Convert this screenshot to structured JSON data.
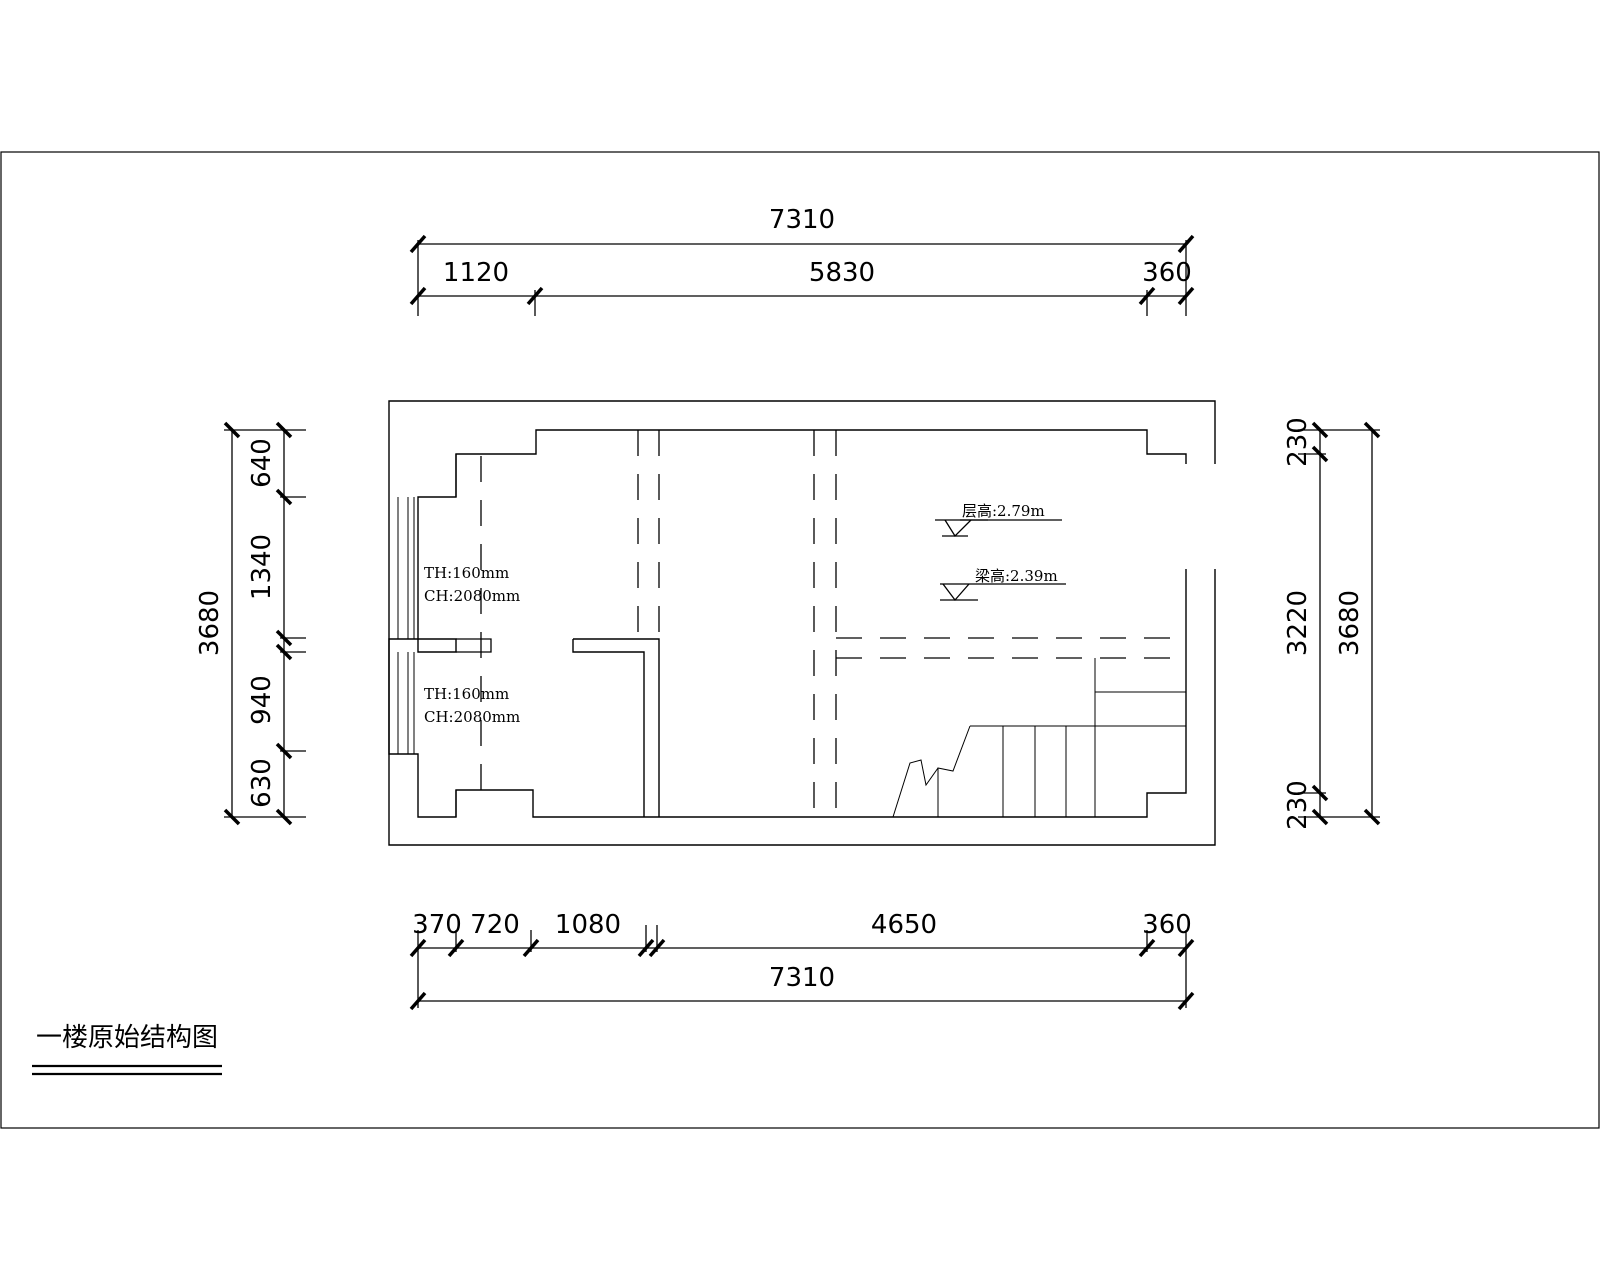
{
  "drawing": {
    "title": "一楼原始结构图"
  },
  "dimensions": {
    "top_total": "7310",
    "top_seg1": "1120",
    "top_seg2": "5830",
    "top_seg3": "360",
    "bottom_seg1": "370",
    "bottom_seg2": "720",
    "bottom_seg3": "1080",
    "bottom_seg4": "4650",
    "bottom_seg5": "360",
    "bottom_total": "7310",
    "left_total": "3680",
    "left_seg1": "640",
    "left_seg2": "1340",
    "left_seg3": "940",
    "left_seg4": "630",
    "right_seg1": "230",
    "right_seg2": "3220",
    "right_seg3": "230",
    "right_total": "3680"
  },
  "annotations": {
    "window1_th": "TH:160mm",
    "window1_ch": "CH:2080mm",
    "window2_th": "TH:160mm",
    "window2_ch": "CH:2080mm",
    "floor_height": "层高:2.79m",
    "beam_height": "梁高:2.39m"
  }
}
